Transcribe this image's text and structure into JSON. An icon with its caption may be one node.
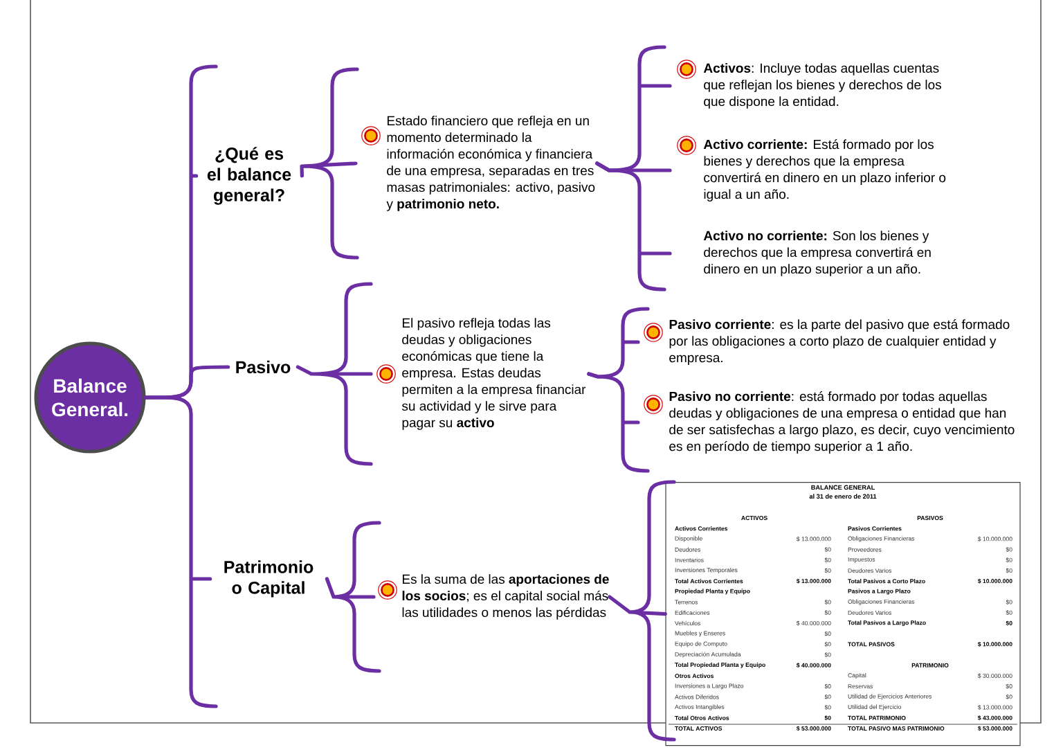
{
  "diagram": {
    "nodes": [
      {
        "text": [
          "Balance General."
        ]
      },
      {
        "text": [
          "¿Qué es el balance general?"
        ]
      },
      {
        "text": [
          "Pasivo"
        ]
      },
      {
        "text": [
          "Patrimonio o Capital"
        ]
      },
      {
        "text": [
          "Estado financiero que refleja en un momento determinado la información económica y financiera de una empresa, separadas en tres masas patrimoniales: activo, pasivo y **patrimonio neto.**"
        ]
      },
      {
        "text": [
          "El pasivo refleja todas las deudas y obligaciones económicas que tiene la empresa. Estas deudas permiten a la empresa financiar su actividad y le sirve para pagar su **activo**"
        ]
      },
      {
        "text": [
          "Es la suma de las **aportaciones de los socios**; es el capital social más las utilidades o menos las pérdidas"
        ]
      },
      {
        "text": [
          "**Activos**: Incluye todas aquellas cuentas que reflejan los bienes y derechos de los que dispone la entidad."
        ]
      },
      {
        "text": [
          "**Activo corriente:** Está formado por los bienes y derechos que la empresa convertirá en dinero en un plazo inferior o igual a un año."
        ]
      },
      {
        "text": [
          "**Activo no corriente:** Son los bienes y derechos que la empresa convertirá en dinero en un plazo superior a un año."
        ]
      },
      {
        "text": [
          "**Pasivo corriente**: es la parte del pasivo que está formado por las obligaciones a corto plazo de cualquier entidad y empresa."
        ]
      },
      {
        "text": [
          "**Pasivo no corriente**: está formado por todas aquellas deudas y obligaciones de una empresa o entidad que han de ser satisfechas a largo plazo, es decir, cuyo vencimiento es en período de tiempo superior a 1 año."
        ]
      },
      {
        "text": [
          "BALANCE GENERAL",
          "al 31 de enero de 2011"
        ]
      }
    ],
    "edges": [
      {
        "from": 0,
        "to": 1,
        "arrow": "none"
      },
      {
        "from": 0,
        "to": 2,
        "arrow": "none"
      },
      {
        "from": 0,
        "to": 3,
        "arrow": "none"
      },
      {
        "from": 1,
        "to": 4,
        "arrow": "none"
      },
      {
        "from": 2,
        "to": 5,
        "arrow": "none"
      },
      {
        "from": 3,
        "to": 6,
        "arrow": "none"
      },
      {
        "from": 4,
        "to": 7,
        "arrow": "none"
      },
      {
        "from": 4,
        "to": 8,
        "arrow": "none"
      },
      {
        "from": 4,
        "to": 9,
        "arrow": "none"
      },
      {
        "from": 5,
        "to": 10,
        "arrow": "none"
      },
      {
        "from": 5,
        "to": 11,
        "arrow": "none"
      },
      {
        "from": 6,
        "to": 12,
        "arrow": "none"
      }
    ],
    "labels": [
      "ACTIVOS",
      "PASIVOS",
      "Activos Corrientes",
      "Pasivos Corrientes",
      "Disponible",
      "$ 13.000.000",
      "Obligaciones Financieras",
      "$ 10.000.000",
      "Deudores",
      "$0",
      "Proveedores",
      "$0",
      "Inventarios",
      "$0",
      "Impuestos",
      "$0",
      "Inversiones Temporales",
      "$0",
      "Deudores Varios",
      "$0",
      "Total Activos Corrientes",
      "$ 13.000.000",
      "Total Pasivos a Corto Plazo",
      "$ 10.000.000",
      "Propiedad Planta y Equipo",
      "Pasivos a Largo Plazo",
      "Terrenos",
      "$0",
      "Obligaciones Financieras",
      "$0",
      "Edificaciones",
      "$0",
      "Deudores Varios",
      "$0",
      "Vehículos",
      "$ 40.000.000",
      "Total Pasivos a Largo Plazo",
      "$0",
      "Muebles y Enseres",
      "$0",
      "Equipo de Computo",
      "$0",
      "TOTAL PASIVOS",
      "$ 10.000.000",
      "Depreciación Acumulada",
      "$0",
      "Total Propiedad Planta y Equipo",
      "$ 40.000.000",
      "PATRIMONIO",
      "Otros Activos",
      "Capital",
      "$ 30.000.000",
      "Inversiones a Largo Plazo",
      "$0",
      "Reservas",
      "$0",
      "Activos Diferidos",
      "$0",
      "Utilidad de Ejercicios Anteriores",
      "$0",
      "Activos Intangibles",
      "$0",
      "Utilidad del Ejercicio",
      "$ 13.000.000",
      "Total Otros Activos",
      "$0",
      "TOTAL PATRIMONIO",
      "$ 43.000.000",
      "TOTAL ACTIVOS",
      "$ 53.000.000",
      "TOTAL PASIVO MAS PATRIMONIO",
      "$ 53.000.000"
    ]
  }
}
